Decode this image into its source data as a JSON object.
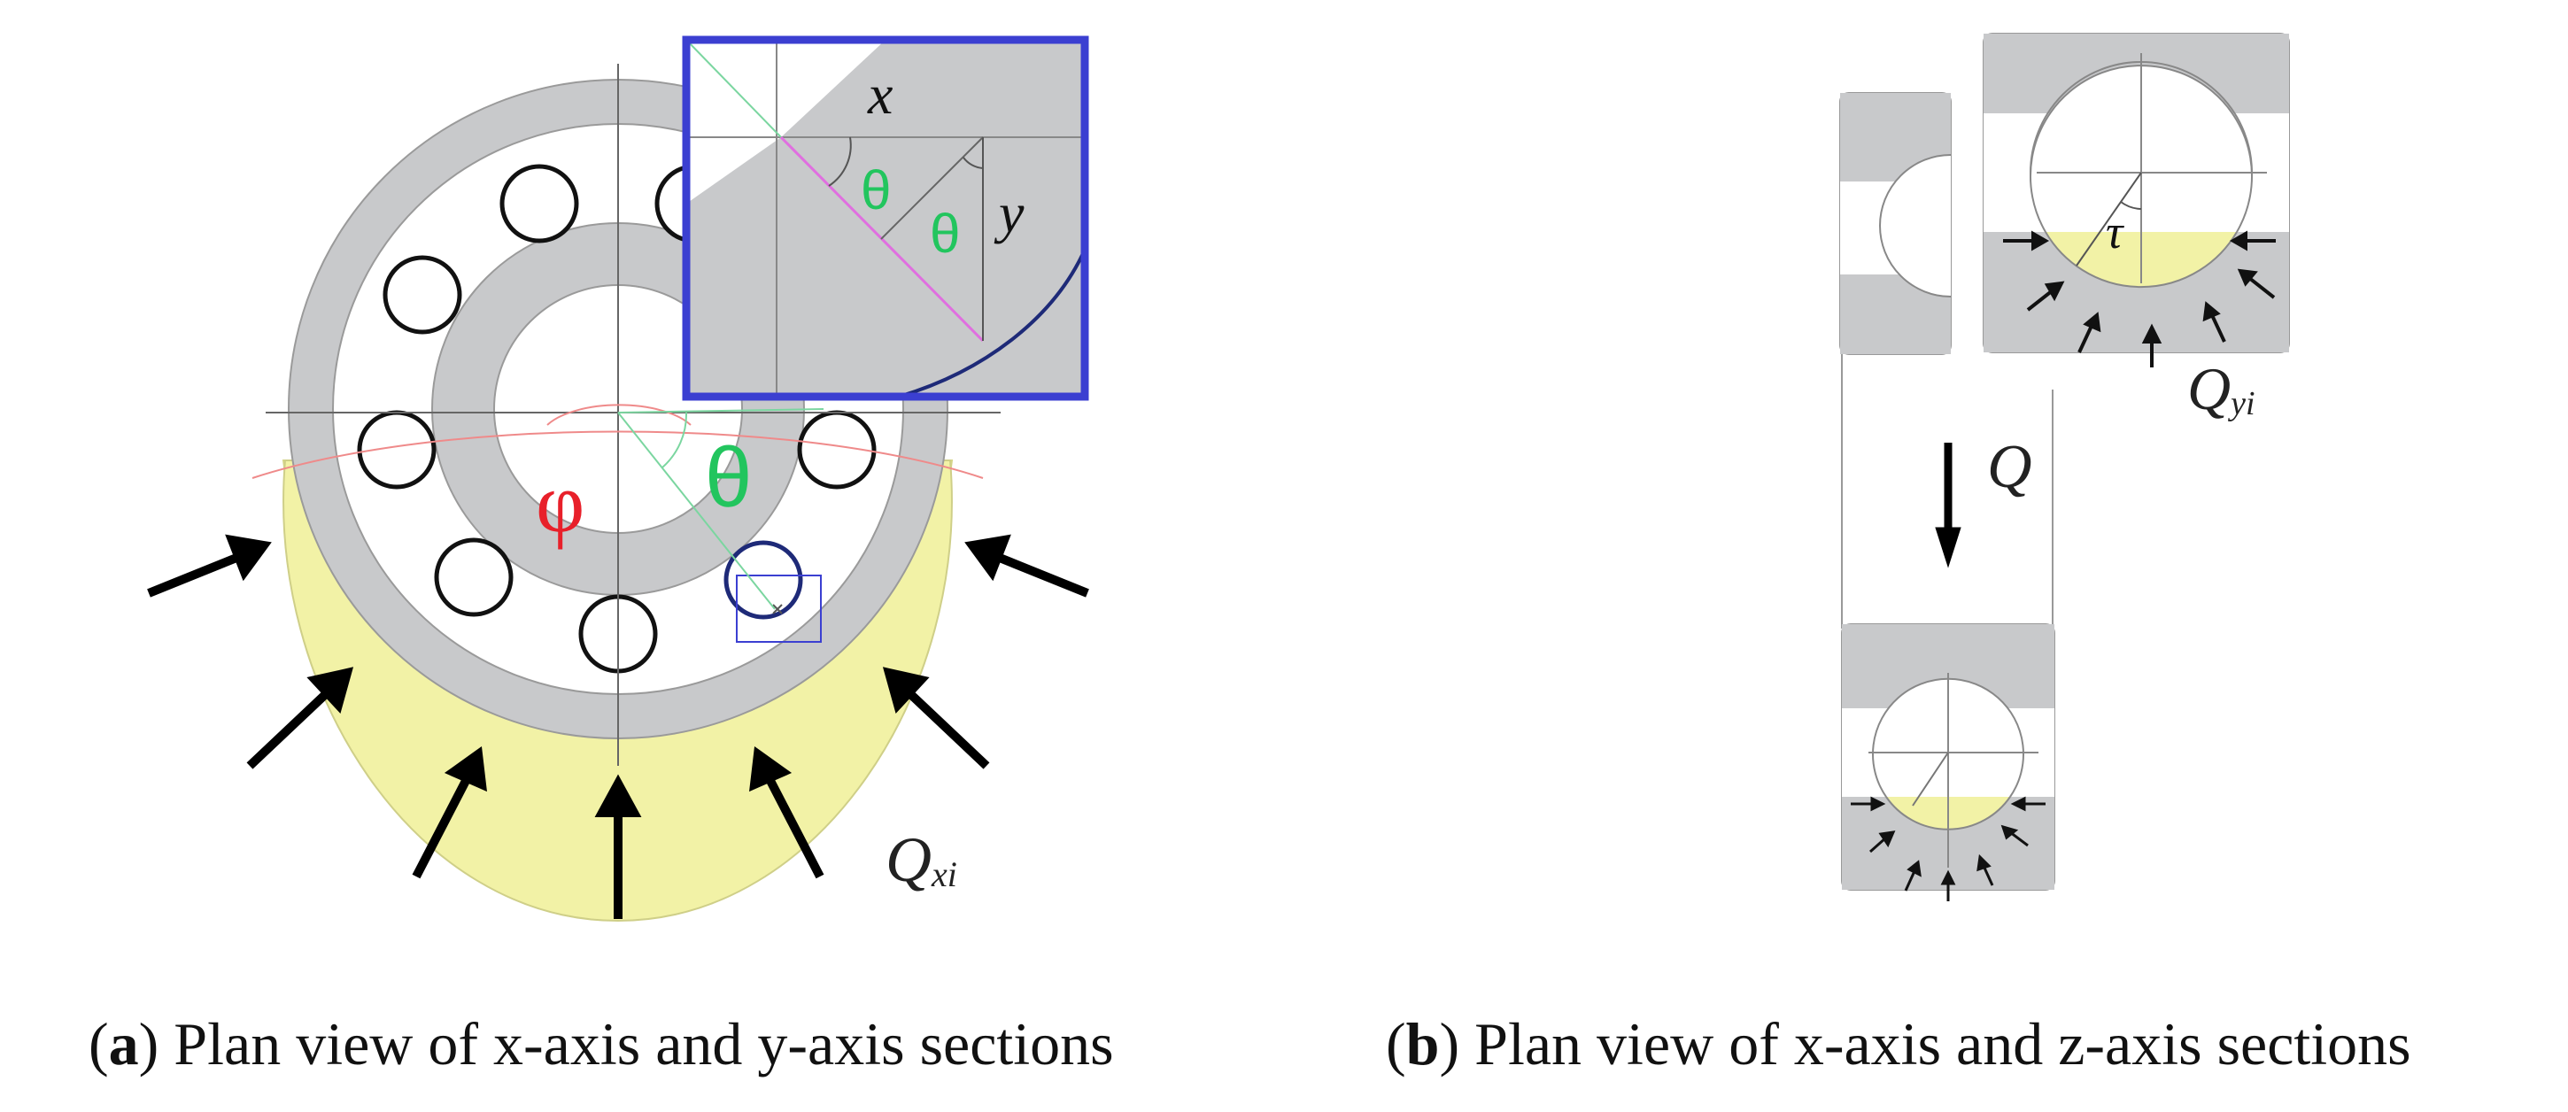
{
  "panel_a": {
    "label_phi": "φ",
    "label_theta_big": "θ",
    "label_theta_1": "θ",
    "label_theta_2": "θ",
    "label_x": "x",
    "label_y": "y",
    "label_q": "Q",
    "label_q_sub": "xi",
    "caption_open": "(",
    "caption_letter": "a",
    "caption_text": ") Plan view of x-axis and y-axis sections"
  },
  "panel_b": {
    "label_tau": "τ",
    "label_q_arrow": "Q",
    "label_q": "Q",
    "label_q_sub": "yi",
    "caption_open": "(",
    "caption_letter": "b",
    "caption_text": ") Plan view of x-axis and z-axis sections"
  },
  "colors": {
    "ring_gray": "#c8c9cb",
    "load_yellow": "#f2f2a6",
    "inset_border": "#3b3fd1",
    "phi_red": "#e8202a",
    "theta_green": "#22c55e",
    "pink_line": "#e06fe0",
    "navy": "#1e2a78"
  }
}
